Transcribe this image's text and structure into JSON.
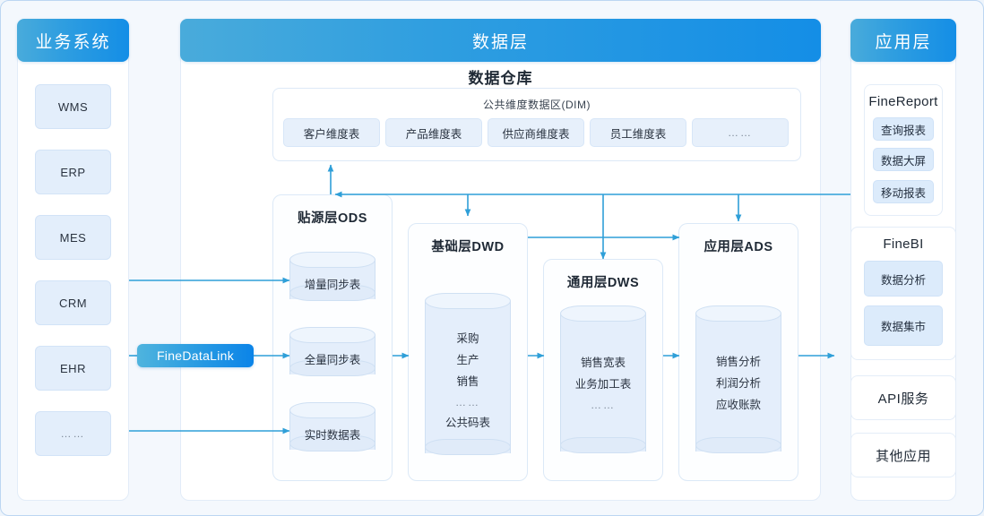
{
  "columns": {
    "business": {
      "header": "业务系统",
      "items": [
        {
          "label": "WMS"
        },
        {
          "label": "ERP"
        },
        {
          "label": "MES"
        },
        {
          "label": "CRM"
        },
        {
          "label": "EHR"
        },
        {
          "label": "……"
        }
      ]
    },
    "data": {
      "header": "数据层",
      "warehouse_title": "数据仓库",
      "dim": {
        "title": "公共维度数据区(DIM)",
        "items": [
          {
            "label": "客户维度表"
          },
          {
            "label": "产品维度表"
          },
          {
            "label": "供应商维度表"
          },
          {
            "label": "员工维度表"
          },
          {
            "label": "……"
          }
        ]
      },
      "layers": [
        {
          "title": "贴源层ODS",
          "tables": [
            "增量同步表",
            "全量同步表",
            "实时数据表"
          ]
        },
        {
          "title": "基础层DWD",
          "contents": [
            "采购",
            "生产",
            "销售",
            "……",
            "公共码表"
          ]
        },
        {
          "title": "通用层DWS",
          "contents": [
            "销售宽表",
            "业务加工表",
            "……"
          ]
        },
        {
          "title": "应用层ADS",
          "contents": [
            "销售分析",
            "利润分析",
            "应收账款"
          ]
        }
      ]
    },
    "application": {
      "header": "应用层",
      "groups": [
        {
          "title": "FineReport",
          "items": [
            "查询报表",
            "数据大屏",
            "移动报表"
          ]
        },
        {
          "title": "FineBI",
          "items": [
            "数据分析",
            "数据集市"
          ]
        }
      ],
      "standalone": [
        {
          "label": "API服务"
        },
        {
          "label": "其他应用"
        }
      ]
    }
  },
  "integration": {
    "badge_label": "FineDataLink"
  },
  "colors": {
    "header_gradient_start": "#49abdb",
    "header_gradient_end": "#148ee6",
    "accent": "#1890e8",
    "connector": "#2f9fd8",
    "box_fill": "#e3eefb",
    "cylinder_fill": "#e4eefb",
    "page_background": "#eef4fb"
  }
}
